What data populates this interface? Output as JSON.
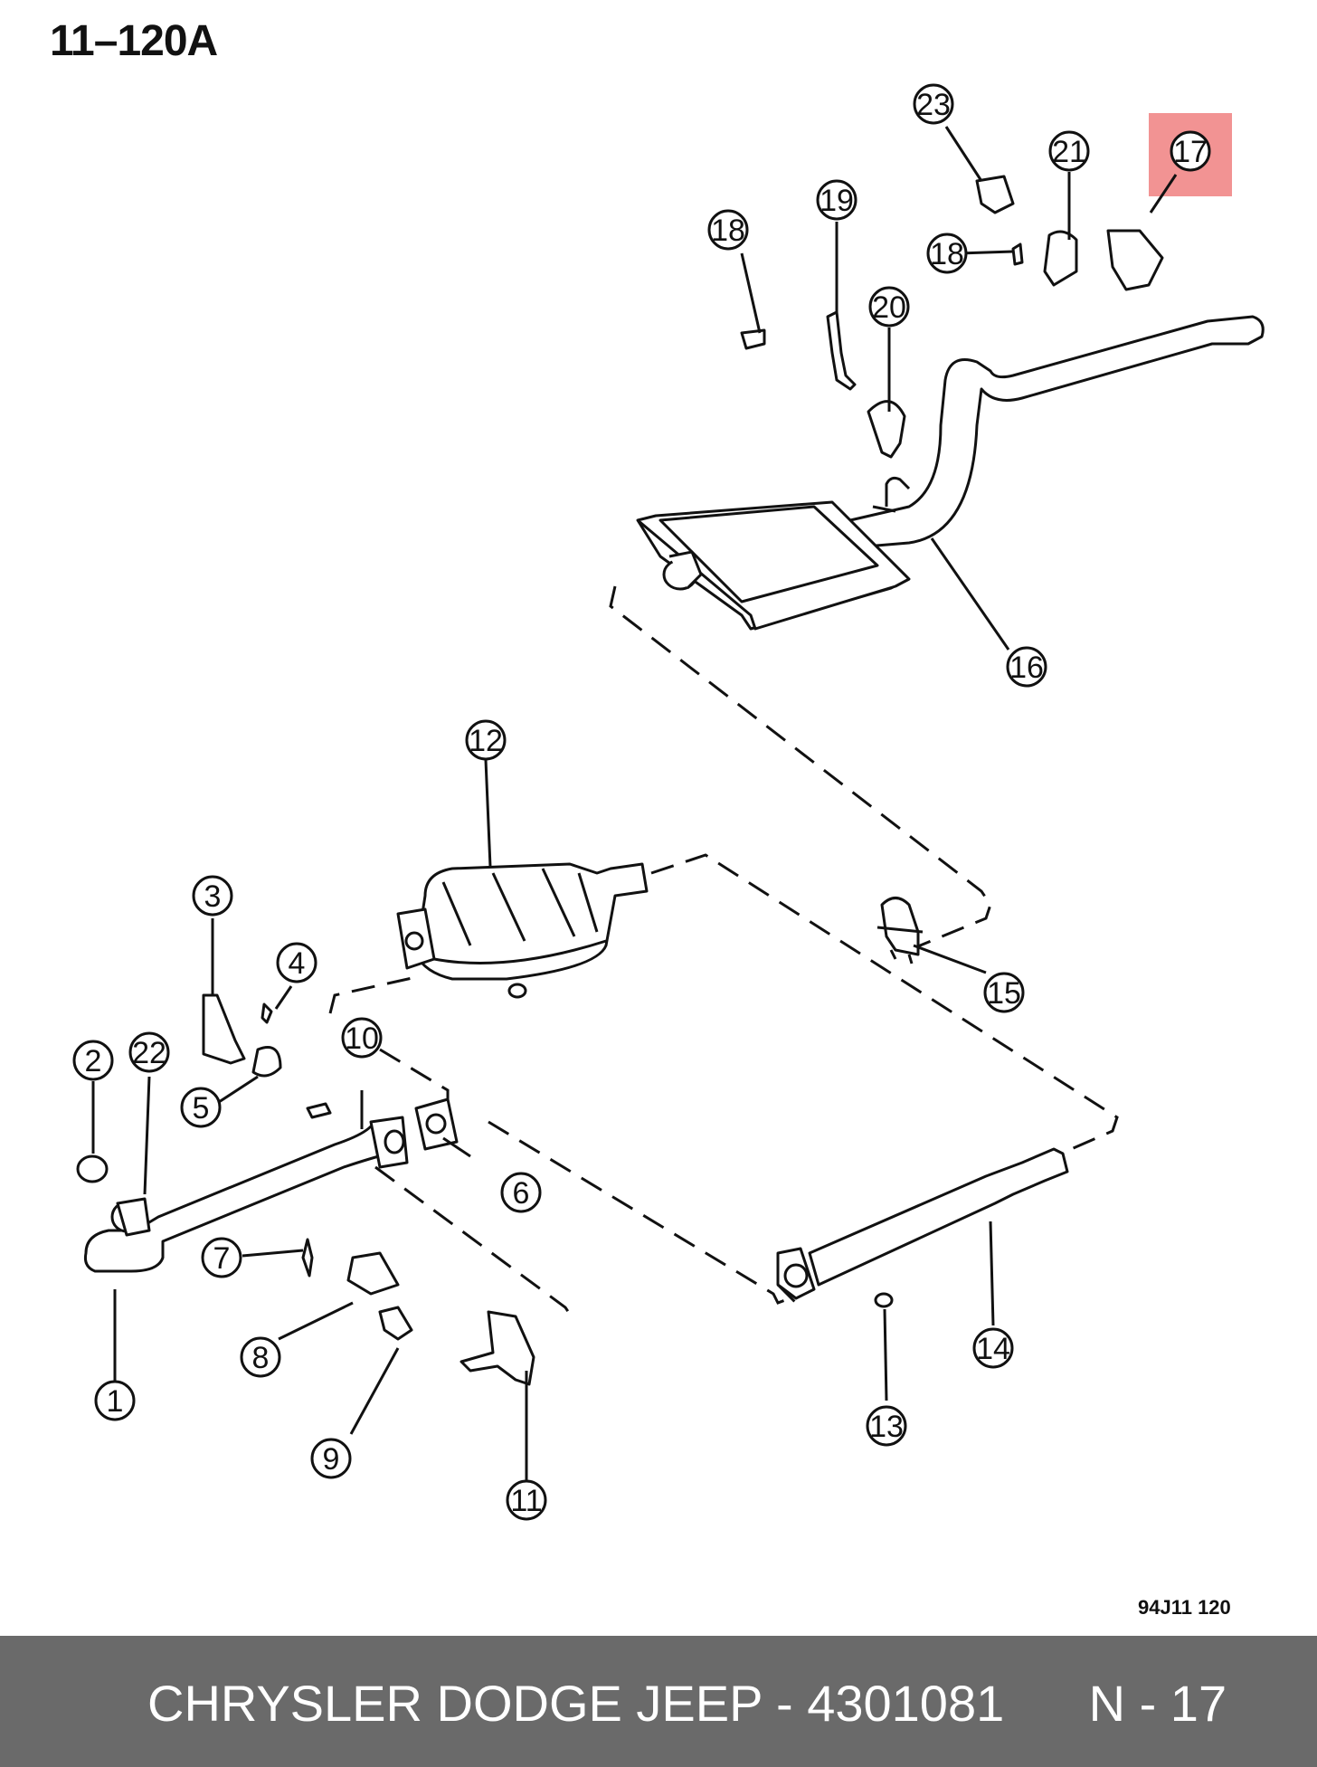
{
  "header": {
    "title": "11–120A"
  },
  "drawing_code": "94J11  120",
  "highlight_color": "#f08080",
  "callouts": {
    "c1": "1",
    "c2": "2",
    "c3": "3",
    "c4": "4",
    "c5": "5",
    "c6": "6",
    "c7": "7",
    "c8": "8",
    "c9": "9",
    "c10": "10",
    "c11": "11",
    "c12": "12",
    "c13": "13",
    "c14": "14",
    "c15": "15",
    "c16": "16",
    "c17": "17",
    "c18a": "18",
    "c18b": "18",
    "c19": "19",
    "c20": "20",
    "c21": "21",
    "c22": "22",
    "c23": "23"
  },
  "footer": {
    "text": "CHRYSLER DODGE JEEP - 4301081      N - 17"
  }
}
